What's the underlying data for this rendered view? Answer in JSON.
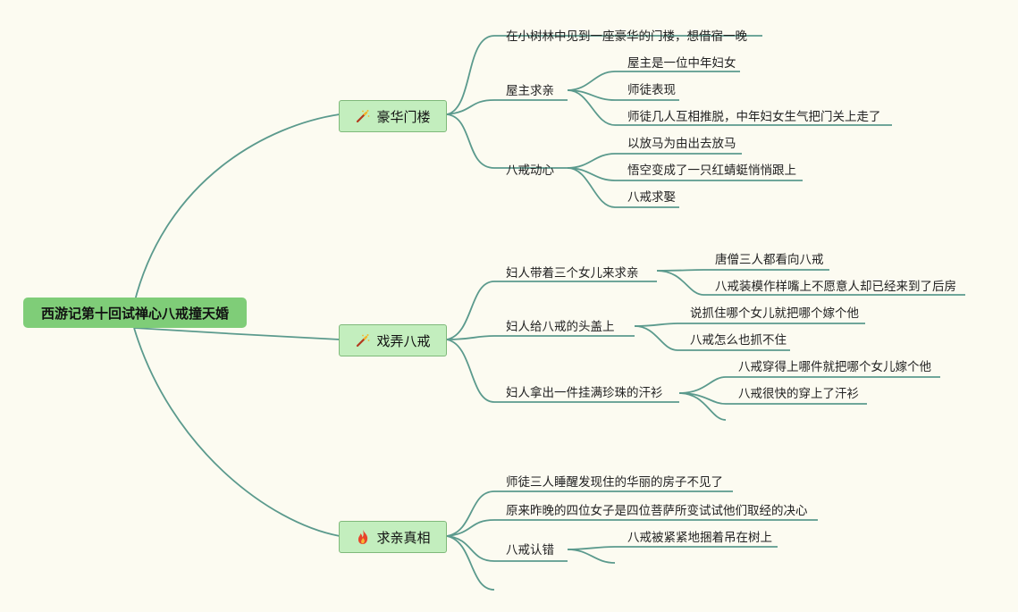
{
  "root": {
    "label": "西游记第十回试禅心八戒撞天婚"
  },
  "branches": [
    {
      "label": "豪华门楼",
      "icon": "magic-wand-icon",
      "children": [
        {
          "label": "在小树林中见到一座豪华的门楼，想借宿一晚"
        },
        {
          "label": "屋主求亲",
          "children": [
            "屋主是一位中年妇女",
            "师徒表现",
            "师徒几人互相推脱，中年妇女生气把门关上走了"
          ]
        },
        {
          "label": "八戒动心",
          "children": [
            "以放马为由出去放马",
            "悟空变成了一只红蜻蜓悄悄跟上",
            "八戒求娶"
          ]
        }
      ]
    },
    {
      "label": "戏弄八戒",
      "icon": "magic-wand-icon",
      "children": [
        {
          "label": "妇人带着三个女儿来求亲",
          "children": [
            "唐僧三人都看向八戒",
            "八戒装模作样嘴上不愿意人却已经来到了后房"
          ]
        },
        {
          "label": "妇人给八戒的头盖上",
          "children": [
            "说抓住哪个女儿就把哪个嫁个他",
            "八戒怎么也抓不住"
          ]
        },
        {
          "label": "妇人拿出一件挂满珍珠的汗衫",
          "children": [
            "八戒穿得上哪件就把哪个女儿嫁个他",
            "八戒很快的穿上了汗衫"
          ]
        }
      ]
    },
    {
      "label": "求亲真相",
      "icon": "fire-icon",
      "children": [
        {
          "label": "师徒三人睡醒发现住的华丽的房子不见了"
        },
        {
          "label": "原来昨晚的四位女子是四位菩萨所变试试他们取经的决心"
        },
        {
          "label": "八戒认错",
          "children": [
            "八戒被紧紧地捆着吊在树上"
          ]
        }
      ]
    }
  ],
  "colors": {
    "line": "#5b9a8d",
    "root_bg": "#7fcd78",
    "branch_bg": "#c3eebe",
    "background": "#fcfbf1"
  }
}
